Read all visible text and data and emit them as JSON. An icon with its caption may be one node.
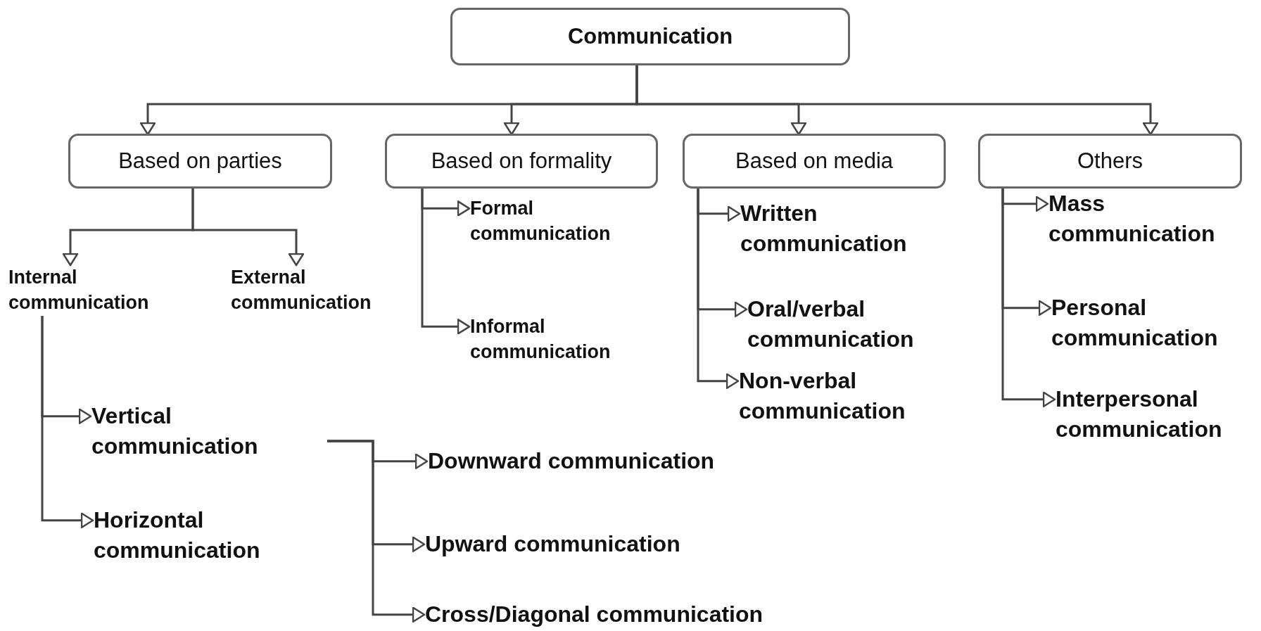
{
  "diagram": {
    "nodes": [
      {
        "text": [
          "Communication"
        ]
      },
      {
        "text": [
          "Based on parties"
        ]
      },
      {
        "text": [
          "Based on formality"
        ]
      },
      {
        "text": [
          "Based on media"
        ]
      },
      {
        "text": [
          "Others"
        ]
      },
      {
        "text": [
          "Internal communication"
        ]
      },
      {
        "text": [
          "External communication"
        ]
      },
      {
        "text": [
          "Formal communication"
        ]
      },
      {
        "text": [
          "Informal communication"
        ]
      },
      {
        "text": [
          "Written communication"
        ]
      },
      {
        "text": [
          "Oral/verbal communication"
        ]
      },
      {
        "text": [
          "Non-verbal communication"
        ]
      },
      {
        "text": [
          "Mass communication"
        ]
      },
      {
        "text": [
          "Personal communication"
        ]
      },
      {
        "text": [
          "Interpersonal communication"
        ]
      },
      {
        "text": [
          "Vertical communication"
        ]
      },
      {
        "text": [
          "Horizontal communication"
        ]
      },
      {
        "text": [
          "Downward communication"
        ]
      },
      {
        "text": [
          "Upward communication"
        ]
      },
      {
        "text": [
          "Cross/Diagonal communication"
        ]
      }
    ],
    "edges": [
      {
        "from": 0,
        "to": 1,
        "arrow": "to"
      },
      {
        "from": 0,
        "to": 2,
        "arrow": "to"
      },
      {
        "from": 0,
        "to": 3,
        "arrow": "to"
      },
      {
        "from": 0,
        "to": 4,
        "arrow": "to"
      },
      {
        "from": 1,
        "to": 5,
        "arrow": "to"
      },
      {
        "from": 1,
        "to": 6,
        "arrow": "to"
      },
      {
        "from": 2,
        "to": 7,
        "arrow": "to"
      },
      {
        "from": 2,
        "to": 8,
        "arrow": "to"
      },
      {
        "from": 3,
        "to": 9,
        "arrow": "to"
      },
      {
        "from": 3,
        "to": 10,
        "arrow": "to"
      },
      {
        "from": 3,
        "to": 11,
        "arrow": "to"
      },
      {
        "from": 4,
        "to": 12,
        "arrow": "to"
      },
      {
        "from": 4,
        "to": 13,
        "arrow": "to"
      },
      {
        "from": 4,
        "to": 14,
        "arrow": "to"
      },
      {
        "from": 5,
        "to": 15,
        "arrow": "to"
      },
      {
        "from": 5,
        "to": 16,
        "arrow": "to"
      },
      {
        "from": null,
        "to": 17,
        "arrow": "to"
      },
      {
        "from": null,
        "to": 18,
        "arrow": "to"
      },
      {
        "from": null,
        "to": 19,
        "arrow": "to"
      }
    ]
  }
}
